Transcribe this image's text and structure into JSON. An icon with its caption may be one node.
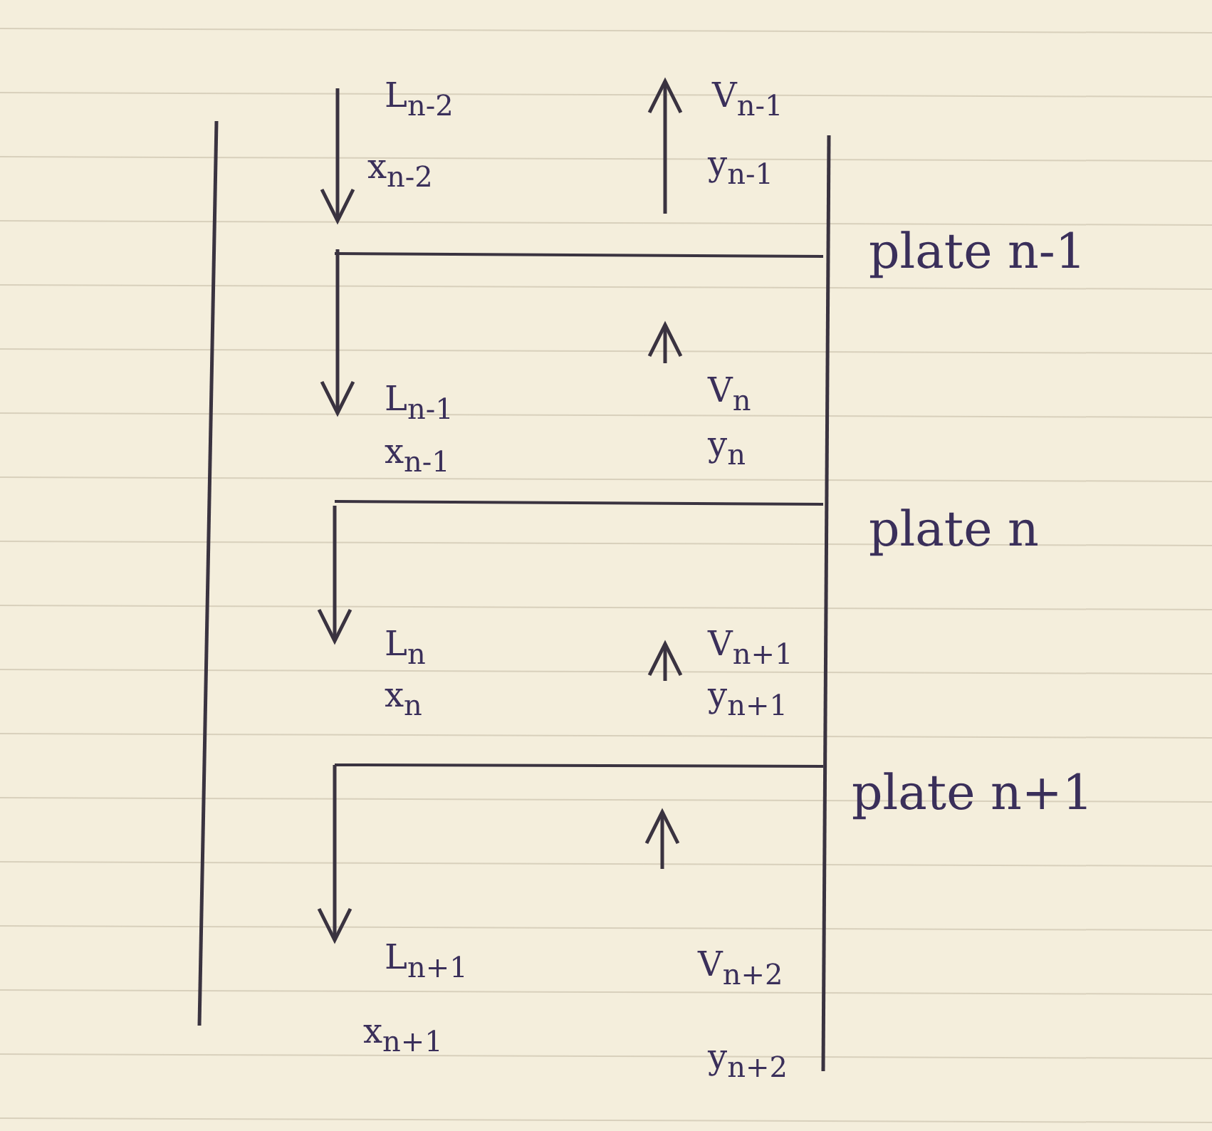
{
  "diagram": {
    "labels": [
      "L$_{n-2}$",
      "V$_{n-1}$",
      "x$_{n-2}$",
      "y$_{n-1}$",
      "plate n-1",
      "L$_{n-1}$",
      "V$_{n}$",
      "x$_{n-1}$",
      "y$_{n}$",
      "plate n",
      "L$_{n}$",
      "V$_{n+1}$",
      "x$_{n}$",
      "y$_{n+1}$",
      "plate n+1",
      "L$_{n+1}$",
      "V$_{n+2}$",
      "x$_{n+1}$",
      "y$_{n+2}$"
    ]
  }
}
